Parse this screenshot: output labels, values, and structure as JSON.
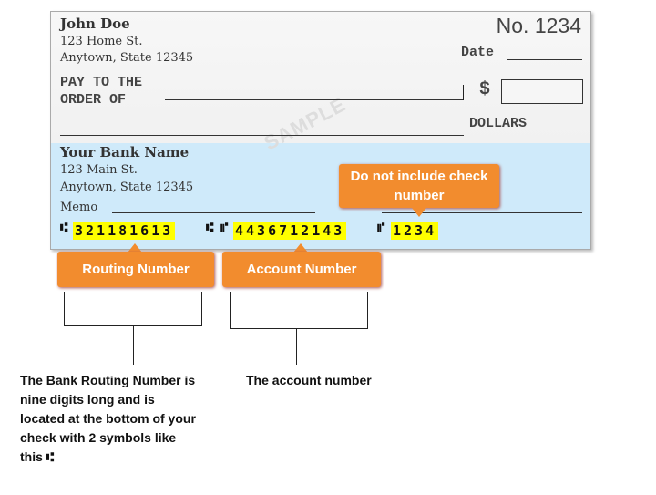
{
  "check": {
    "owner_name": "John Doe",
    "owner_street": "123 Home St.",
    "owner_city": "Anytown, State 12345",
    "number_label": "No. 1234",
    "date_label": "Date",
    "pay_label_1": "PAY TO THE",
    "pay_label_2": "ORDER OF",
    "dollar_sign": "$",
    "dollars_label": "DOLLARS",
    "watermark": "SAMPLE",
    "bank_name": "Your Bank Name",
    "bank_street": "123 Main St.",
    "bank_city": "Anytown, State 12345",
    "memo_label": "Memo",
    "routing_number": "321181613",
    "account_number": "4436712143",
    "check_number": "1234",
    "routing_symbol": "⑆",
    "account_symbol": "⑈"
  },
  "callouts": {
    "check_number": "Do not include check number",
    "routing": "Routing Number",
    "account": "Account Number"
  },
  "notes": {
    "routing": [
      "The Bank Routing Number is",
      "nine digits long and is",
      "located at the bottom of your",
      "check with 2 symbols like",
      "this ⑆"
    ],
    "account": "The account number"
  },
  "colors": {
    "callout": "#f28c2e",
    "highlight": "#ffff00",
    "bank_area": "#cfeafa"
  }
}
